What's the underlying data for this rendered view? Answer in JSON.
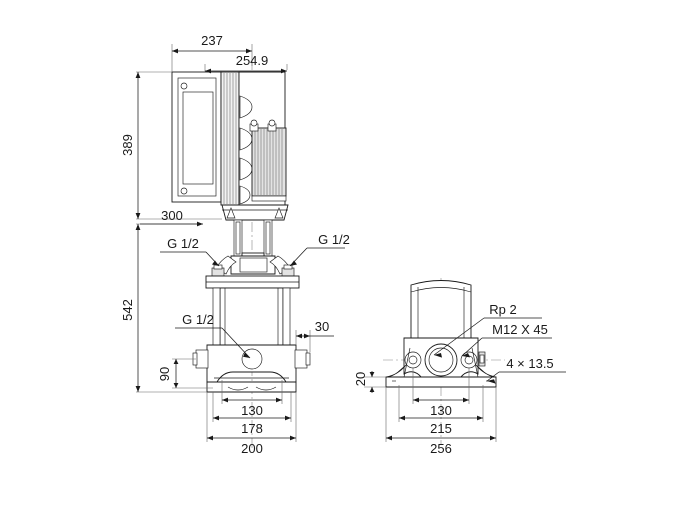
{
  "drawing": {
    "title": "Grundfos vertical multistage pump dimensional drawing",
    "background_color": "#ffffff",
    "line_color": "#1a1a1a"
  },
  "views": {
    "front": {
      "name": "front-elevation-view"
    },
    "side": {
      "name": "bottom-base-view"
    }
  },
  "dimensions": {
    "top_237": "237",
    "top_2549": "254.9",
    "left_389": "389",
    "left_542": "542",
    "mid_300": "300",
    "right_30": "30",
    "left_90": "90",
    "base_130": "130",
    "base_178": "178",
    "base_200": "200",
    "side_20": "20",
    "side_130": "130",
    "side_215": "215",
    "side_256": "256"
  },
  "callouts": {
    "g12_left_top": "G 1/2",
    "g12_right_top": "G 1/2",
    "g12_lower": "G 1/2",
    "rp2": "Rp 2",
    "m12x45": "M12 X 45",
    "holes": "4  ×  13.5"
  }
}
